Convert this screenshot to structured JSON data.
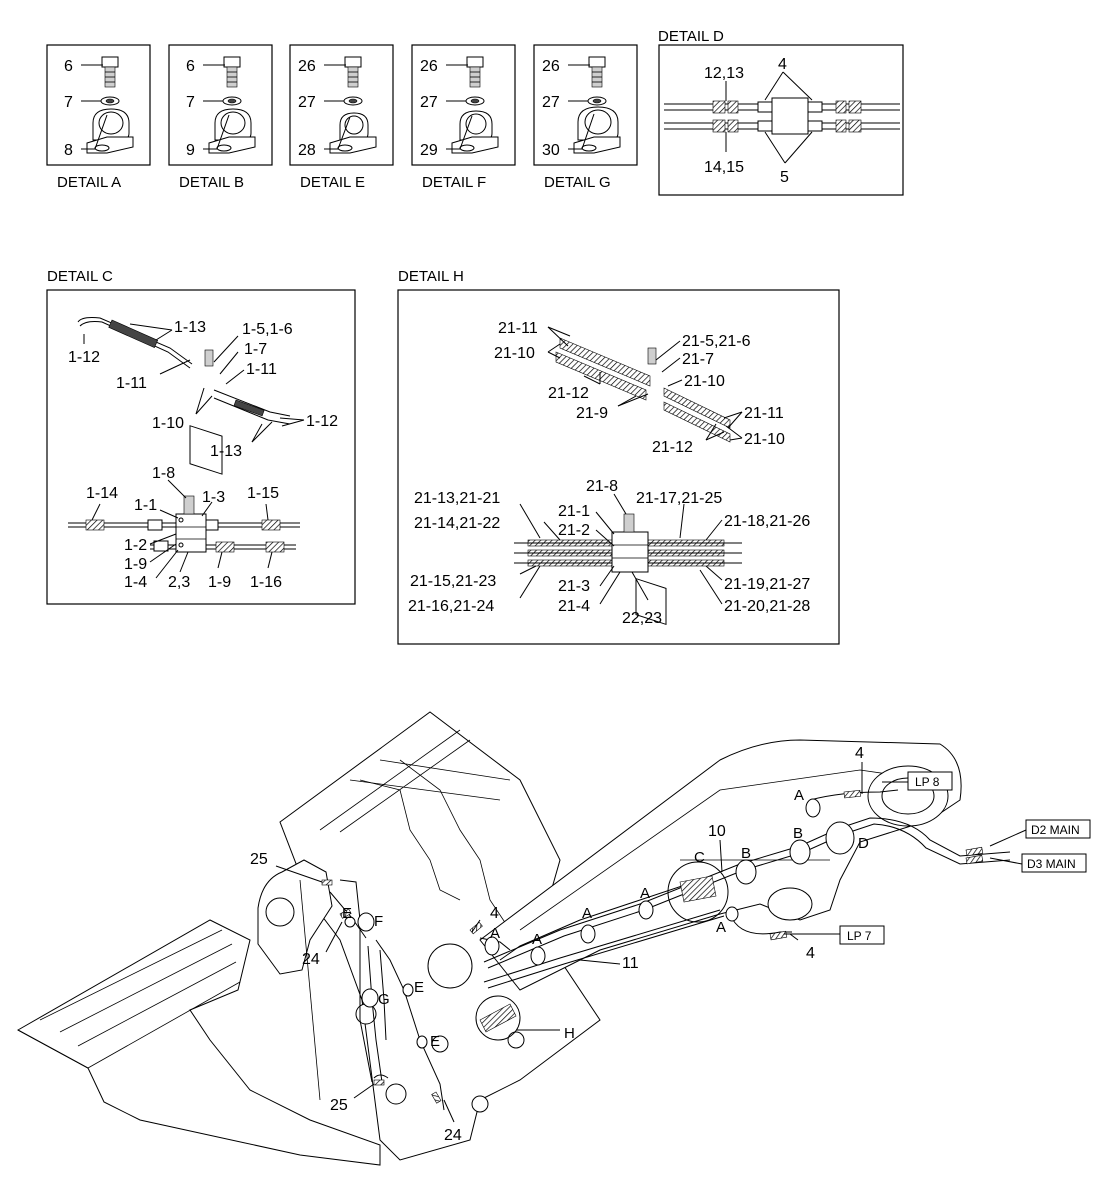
{
  "details_top": [
    {
      "title": "DETAIL A",
      "labels": [
        "6",
        "7",
        "8"
      ]
    },
    {
      "title": "DETAIL B",
      "labels": [
        "6",
        "7",
        "9"
      ]
    },
    {
      "title": "DETAIL E",
      "labels": [
        "26",
        "27",
        "28"
      ]
    },
    {
      "title": "DETAIL F",
      "labels": [
        "26",
        "27",
        "29"
      ]
    },
    {
      "title": "DETAIL G",
      "labels": [
        "26",
        "27",
        "30"
      ]
    }
  ],
  "detail_d": {
    "title": "DETAIL D",
    "labels": {
      "tl": "12,13",
      "tr": "4",
      "bl": "14,15",
      "br": "5"
    }
  },
  "detail_c": {
    "title": "DETAIL C",
    "upper_labels": [
      "1-13",
      "1-5,1-6",
      "1-7",
      "1-12",
      "1-11",
      "1-11",
      "1-10",
      "1-12",
      "1-13"
    ],
    "lower_labels": [
      "1-8",
      "1-14",
      "1-15",
      "1-1",
      "1-3",
      "1-2",
      "1-9",
      "1-4",
      "2,3",
      "1-9",
      "1-16"
    ]
  },
  "detail_h": {
    "title": "DETAIL H",
    "upper_labels": [
      "21-11",
      "21-10",
      "21-5,21-6",
      "21-7",
      "21-10",
      "21-12",
      "21-9",
      "21-11",
      "21-10",
      "21-12"
    ],
    "lower_labels": [
      "21-8",
      "21-13,21-21",
      "21-17,21-25",
      "21-1",
      "21-14,21-22",
      "21-18,21-26",
      "21-2",
      "21-15,21-23",
      "21-3",
      "21-19,21-27",
      "21-16,21-24",
      "21-4",
      "21-20,21-28",
      "22,23"
    ]
  },
  "main": {
    "numbers": [
      "4",
      "10",
      "4",
      "11",
      "4",
      "25",
      "24",
      "25",
      "24"
    ],
    "letters": [
      "A",
      "B",
      "B",
      "C",
      "D",
      "A",
      "A",
      "A",
      "A",
      "A",
      "E",
      "F",
      "G",
      "E",
      "E",
      "H",
      "A"
    ],
    "tags": [
      "LP 8",
      "D2 MAIN",
      "D3 MAIN",
      "LP 7"
    ]
  }
}
